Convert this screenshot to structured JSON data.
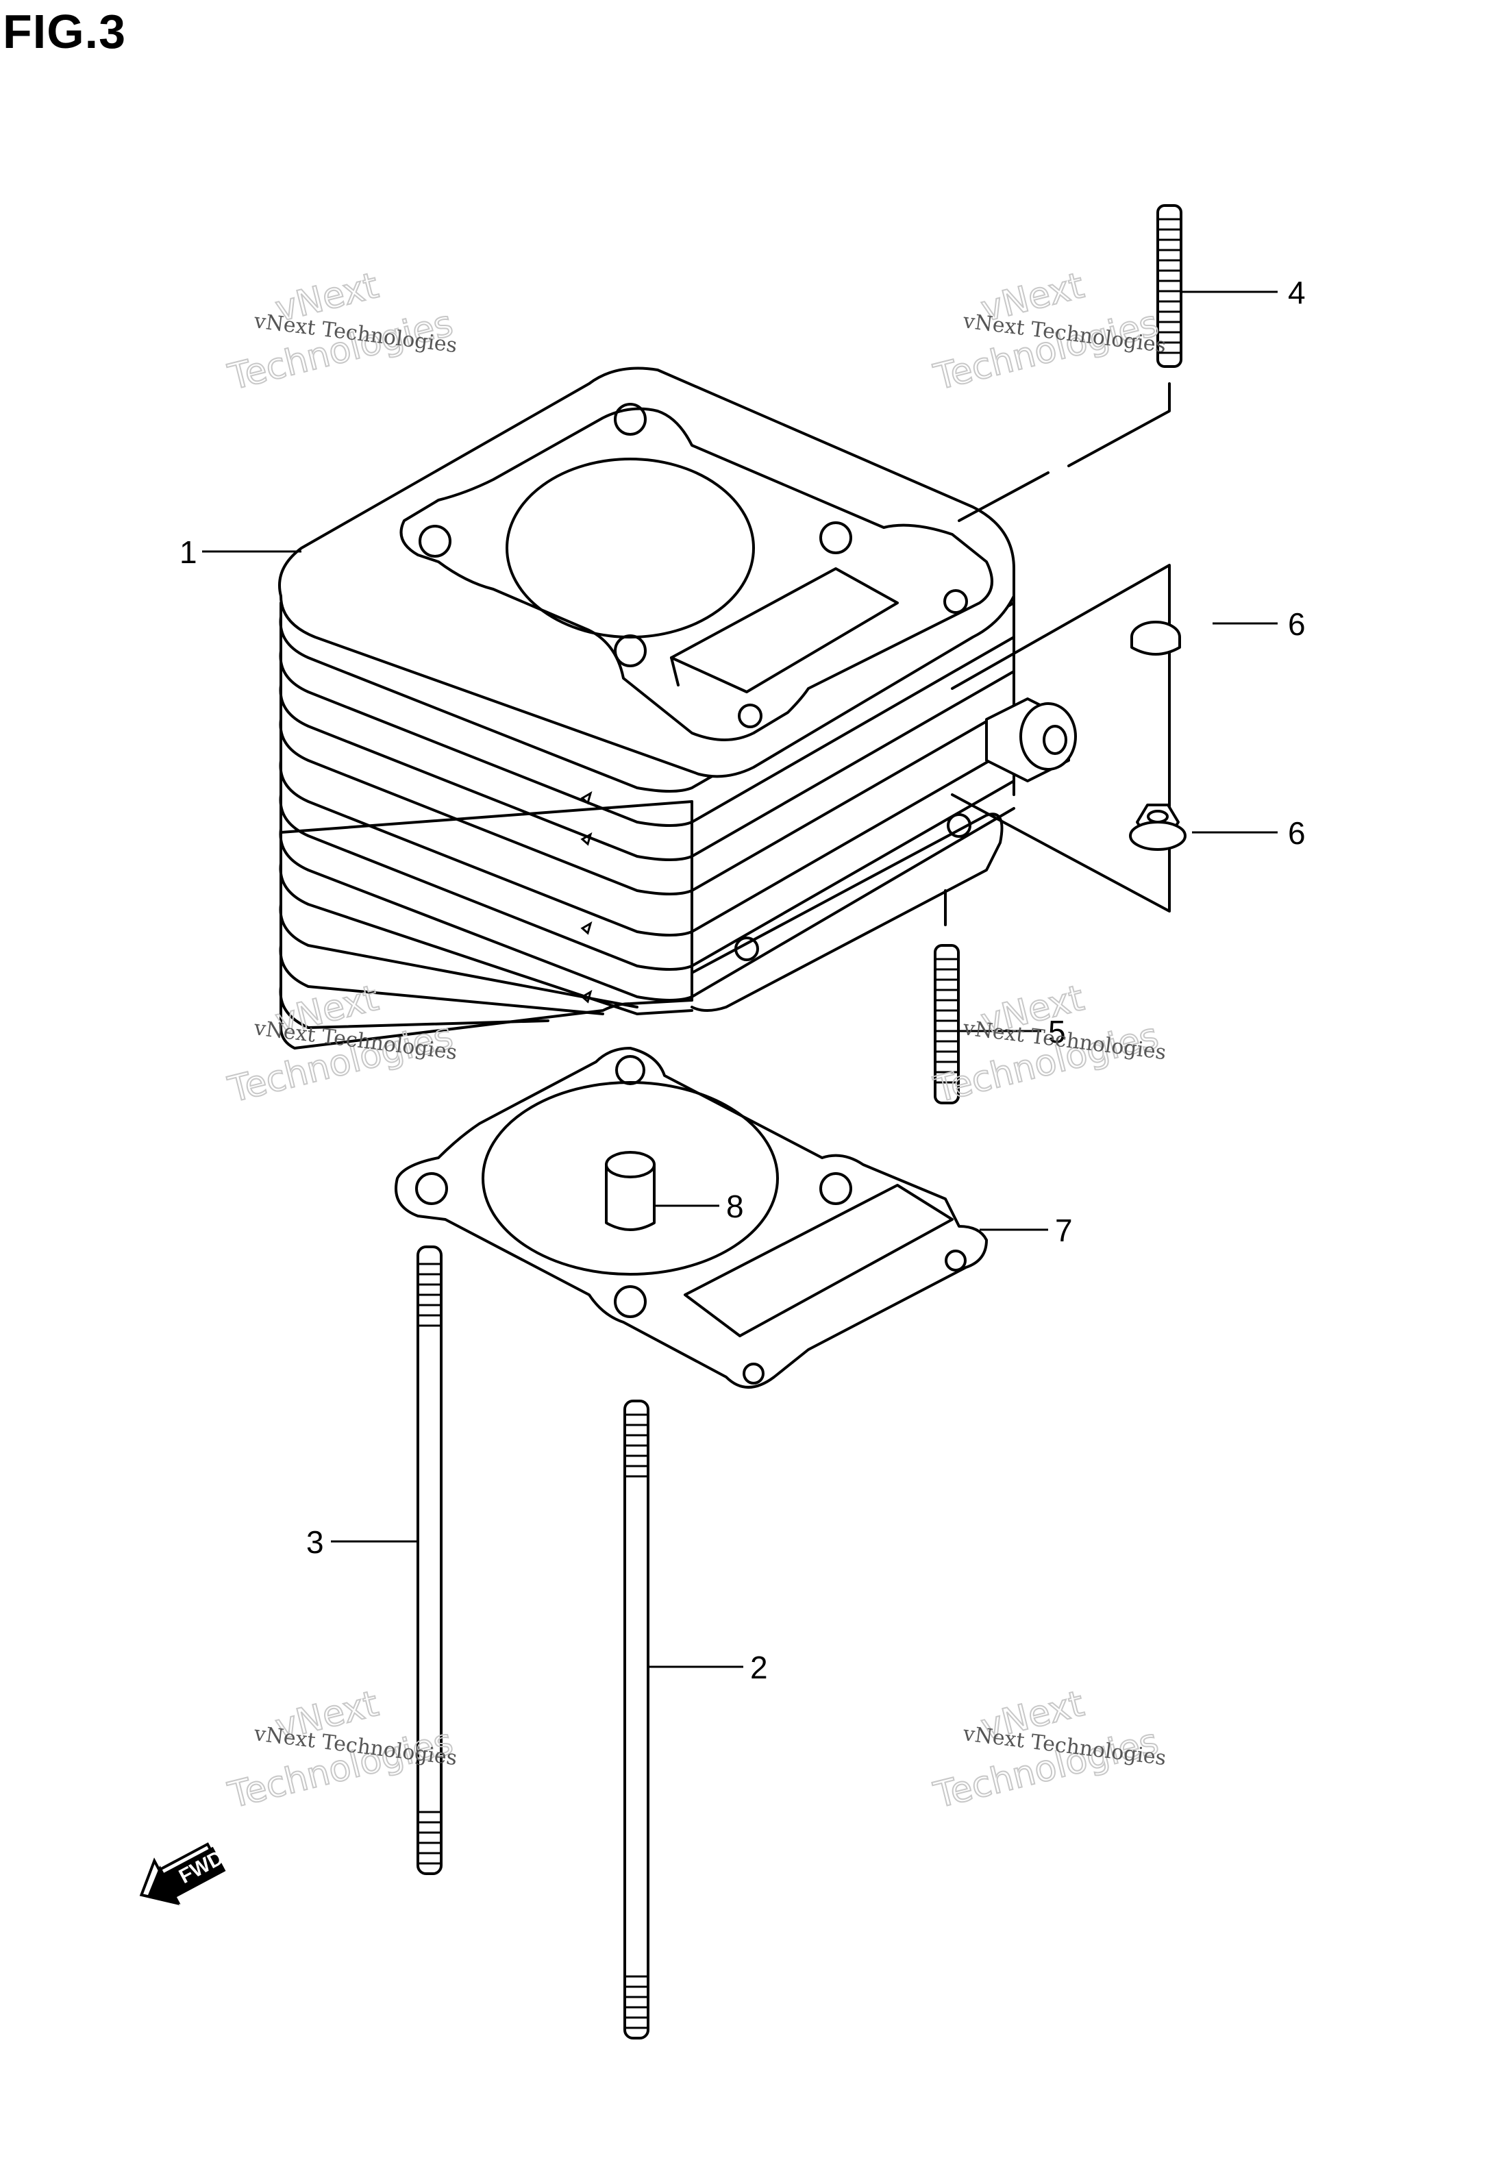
{
  "figure": {
    "title": "FIG.3"
  },
  "callouts": [
    {
      "id": "1",
      "label": "1"
    },
    {
      "id": "2",
      "label": "2"
    },
    {
      "id": "3",
      "label": "3"
    },
    {
      "id": "4",
      "label": "4"
    },
    {
      "id": "5",
      "label": "5"
    },
    {
      "id": "6a",
      "label": "6"
    },
    {
      "id": "6b",
      "label": "6"
    },
    {
      "id": "7",
      "label": "7"
    },
    {
      "id": "8",
      "label": "8"
    }
  ],
  "watermark": {
    "line1": "vNext",
    "line2": "vNext Technologies",
    "line3": "Technologies"
  },
  "fwd_arrow": {
    "label": "FWD"
  }
}
